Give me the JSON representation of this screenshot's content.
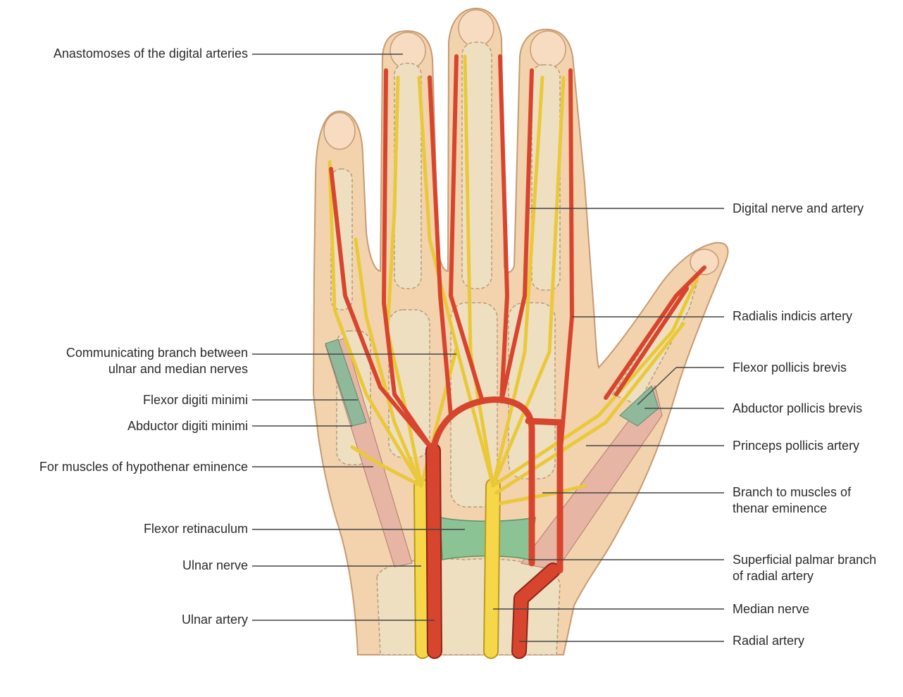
{
  "diagram": {
    "colors": {
      "skin": "#f2d3ad",
      "skin_outline": "#c79a72",
      "bone": "#efdfc1",
      "bone_outline": "#b59c7d",
      "artery": "#d7452e",
      "artery_outline": "#8e2418",
      "nerve": "#f6d74a",
      "nerve_outline": "#b89a1f",
      "retinaculum": "#8cc395",
      "muscle": "#e6b5a3",
      "thenar_muscle": "#8fb99a",
      "leader": "#444444"
    },
    "labels_left": [
      {
        "id": "anastomoses",
        "lines": [
          "Anastomoses of the digital arteries"
        ]
      },
      {
        "id": "communicating",
        "lines": [
          "Communicating branch between",
          "ulnar and median nerves"
        ]
      },
      {
        "id": "flexor-digiti",
        "lines": [
          "Flexor digiti minimi"
        ]
      },
      {
        "id": "abductor-digiti",
        "lines": [
          "Abductor digiti minimi"
        ]
      },
      {
        "id": "hypothenar",
        "lines": [
          "For muscles of hypothenar eminence"
        ]
      },
      {
        "id": "flexor-retinaculum",
        "lines": [
          "Flexor retinaculum"
        ]
      },
      {
        "id": "ulnar-nerve",
        "lines": [
          "Ulnar nerve"
        ]
      },
      {
        "id": "ulnar-artery",
        "lines": [
          "Ulnar artery"
        ]
      }
    ],
    "labels_right": [
      {
        "id": "digital-nerve-artery",
        "lines": [
          "Digital nerve and artery"
        ]
      },
      {
        "id": "radialis-indicis",
        "lines": [
          "Radialis indicis artery"
        ]
      },
      {
        "id": "flexor-pollicis",
        "lines": [
          "Flexor pollicis brevis"
        ]
      },
      {
        "id": "abductor-pollicis",
        "lines": [
          "Abductor pollicis brevis"
        ]
      },
      {
        "id": "princeps-pollicis",
        "lines": [
          "Princeps pollicis artery"
        ]
      },
      {
        "id": "thenar-branch",
        "lines": [
          "Branch to muscles of",
          "thenar eminence"
        ]
      },
      {
        "id": "superficial-palmar",
        "lines": [
          "Superficial palmar branch",
          "of radial artery"
        ]
      },
      {
        "id": "median-nerve",
        "lines": [
          "Median nerve"
        ]
      },
      {
        "id": "radial-artery",
        "lines": [
          "Radial artery"
        ]
      }
    ]
  }
}
